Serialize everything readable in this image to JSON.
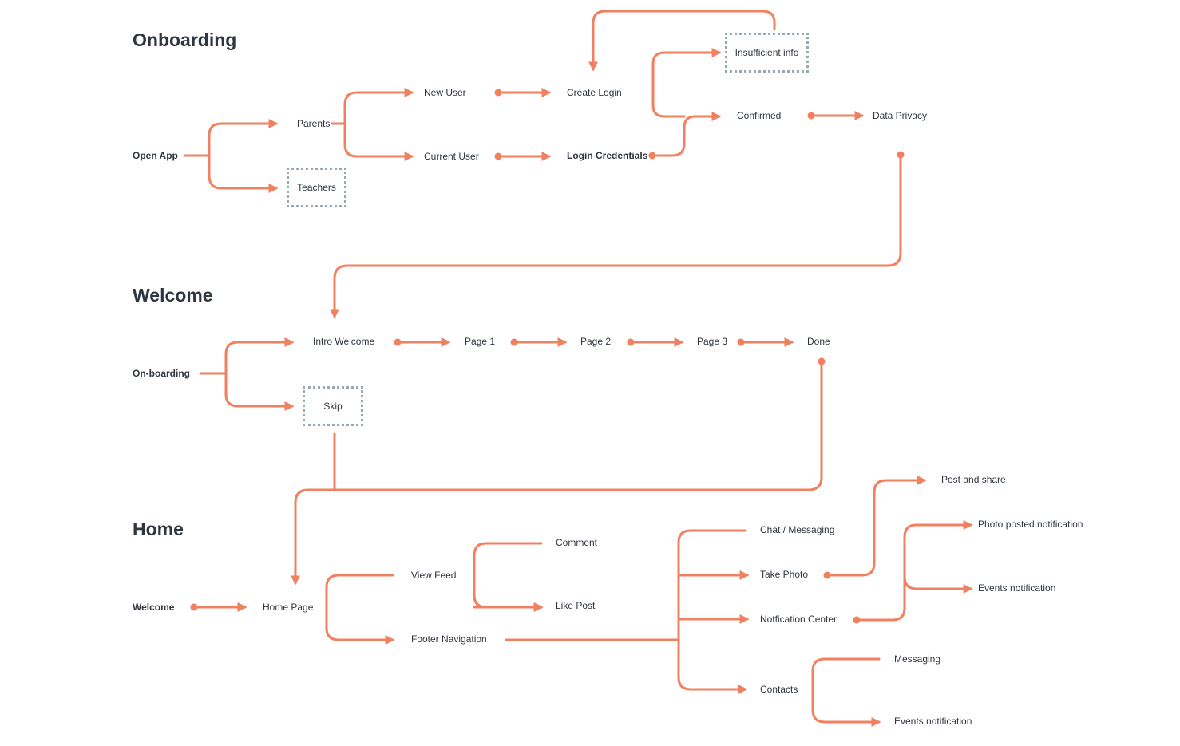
{
  "colors": {
    "flow": "#f08060",
    "title": "#2f3640",
    "text": "#2f3640",
    "dotted_box": "#9aa8b4"
  },
  "sections": {
    "onboarding": {
      "title": "Onboarding"
    },
    "welcome": {
      "title": "Welcome"
    },
    "home": {
      "title": "Home"
    }
  },
  "nodes": {
    "open_app": "Open App",
    "parents": "Parents",
    "teachers": "Teachers",
    "new_user": "New User",
    "current_user": "Current User",
    "create_login": "Create Login",
    "login_credentials": "Login Credentials",
    "insufficient_info": "Insufficient info",
    "confirmed": "Confirmed",
    "data_privacy": "Data Privacy",
    "on_boarding": "On-boarding",
    "intro_welcome": "Intro Welcome",
    "skip": "Skip",
    "page1": "Page 1",
    "page2": "Page 2",
    "page3": "Page 3",
    "done": "Done",
    "welcome": "Welcome",
    "home_page": "Home Page",
    "view_feed": "View Feed",
    "footer_navigation": "Footer Navigation",
    "comment": "Comment",
    "like_post": "Like Post",
    "chat_messaging": "Chat / Messaging",
    "take_photo": "Take Photo",
    "notification_center": "Notfication Center",
    "contacts": "Contacts",
    "post_and_share": "Post and share",
    "photo_posted_notification": "Photo posted notification",
    "events_notification_1": "Events notification",
    "messaging": "Messaging",
    "events_notification_2": "Events notification"
  }
}
